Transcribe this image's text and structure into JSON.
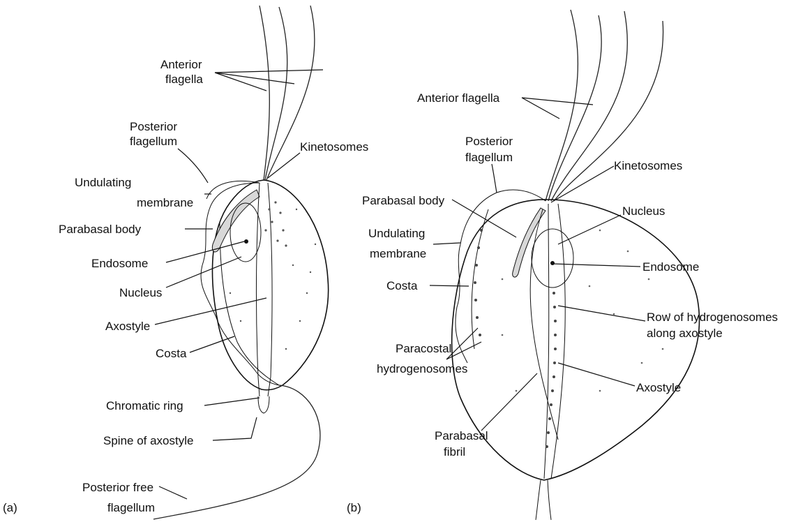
{
  "figure_a": {
    "panel_label": "(a)",
    "labels": {
      "anterior_flagella_1": "Anterior",
      "anterior_flagella_2": "flagella",
      "posterior_flagellum_1": "Posterior",
      "posterior_flagellum_2": "flagellum",
      "kinetosomes": "Kinetosomes",
      "undulating_membrane_1": "Undulating",
      "undulating_membrane_2": "membrane",
      "parabasal_body": "Parabasal body",
      "endosome": "Endosome",
      "nucleus": "Nucleus",
      "axostyle": "Axostyle",
      "costa": "Costa",
      "chromatic_ring": "Chromatic ring",
      "spine_of_axostyle": "Spine of axostyle",
      "posterior_free_flagellum_1": "Posterior free",
      "posterior_free_flagellum_2": "flagellum"
    }
  },
  "figure_b": {
    "panel_label": "(b)",
    "labels": {
      "anterior_flagella": "Anterior flagella",
      "posterior_flagellum_1": "Posterior",
      "posterior_flagellum_2": "flagellum",
      "kinetosomes": "Kinetosomes",
      "parabasal_body": "Parabasal body",
      "nucleus": "Nucleus",
      "undulating_membrane_1": "Undulating",
      "undulating_membrane_2": "membrane",
      "endosome": "Endosome",
      "costa": "Costa",
      "row_hydrogenosomes_1": "Row of hydrogenosomes",
      "row_hydrogenosomes_2": "along axostyle",
      "paracostal_1": "Paracostal",
      "paracostal_2": "hydrogenosomes",
      "axostyle": "Axostyle",
      "parabasal_fibril_1": "Parabasal",
      "parabasal_fibril_2": "fibril"
    }
  },
  "colors": {
    "ink": "#111111",
    "paper": "#ffffff"
  }
}
